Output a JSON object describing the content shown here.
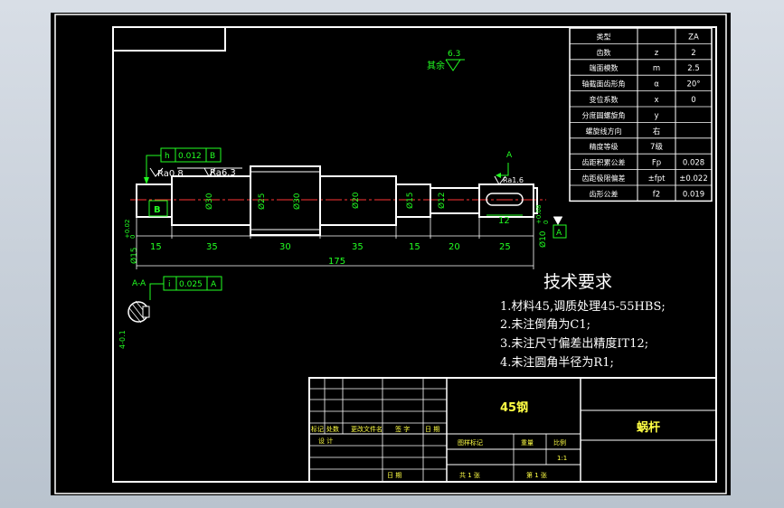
{
  "param_table": {
    "rows": [
      {
        "label": "类型",
        "sym": "",
        "val": "ZA"
      },
      {
        "label": "齿数",
        "sym": "z",
        "val": "2"
      },
      {
        "label": "端面模数",
        "sym": "m",
        "val": "2.5"
      },
      {
        "label": "轴截面齿形角",
        "sym": "α",
        "val": "20°"
      },
      {
        "label": "变位系数",
        "sym": "x",
        "val": "0"
      },
      {
        "label": "分度圆螺旋角",
        "sym": "y",
        "val": ""
      },
      {
        "label": "螺旋线方向",
        "sym": "右",
        "val": ""
      },
      {
        "label": "精度等级",
        "sym": "7级",
        "val": ""
      },
      {
        "label": "齿距积累公差",
        "sym": "Fp",
        "val": "0.028"
      },
      {
        "label": "齿距极限偏差",
        "sym": "±fpt",
        "val": "±0.022"
      },
      {
        "label": "齿形公差",
        "sym": "f2",
        "val": "0.019"
      }
    ]
  },
  "surface": {
    "general_value": "6.3",
    "general_note": "其余",
    "ra1": "Ra0.8",
    "ra2": "Ra6.3",
    "ra3": "Ra1.6"
  },
  "tolerance": {
    "flatness_sym": "h",
    "flatness_val": "0.012",
    "flatness_ref": "B",
    "runout_sym": "i",
    "runout_val": "0.025",
    "runout_ref": "A"
  },
  "datums": {
    "b": "B",
    "a": "A"
  },
  "dims": {
    "d30a": "Ø30",
    "d25": "Ø25",
    "d30b": "Ø30",
    "d20": "Ø20",
    "d15": "Ø15",
    "d12": "Ø12",
    "len15a": "15",
    "len35a": "35",
    "len30": "30",
    "len35b": "35",
    "len15b": "15",
    "len20": "20",
    "len25": "25",
    "len175": "175",
    "left_dia": "Ø15",
    "left_tol": "+0.02",
    "left_tol2": "0",
    "right_dia": "Ø10",
    "right_tol": "+0.08",
    "right_tol2": "0",
    "key_width": "12",
    "section_label": "A-A",
    "section_dim": "4-0.1",
    "section_a": "A"
  },
  "tech_req": {
    "title": "技术要求",
    "items": [
      "1.材料45,调质处理45-55HBS;",
      "2.未注倒角为C1;",
      "3.未注尺寸偏差出精度IT12;",
      "4.未注圆角半径为R1;"
    ]
  },
  "title_block": {
    "material": "45钢",
    "part_name": "蜗杆",
    "scale": "1:1",
    "labels": {
      "mark": "标记",
      "count": "处数",
      "file": "更改文件名",
      "sign": "签 字",
      "date": "日 期",
      "design": "设 计",
      "stage": "图样标记",
      "weight": "重量",
      "ratio": "比例",
      "audit": "日 期",
      "sheets": "共  1  张",
      "sheet": "第  1  张"
    }
  }
}
